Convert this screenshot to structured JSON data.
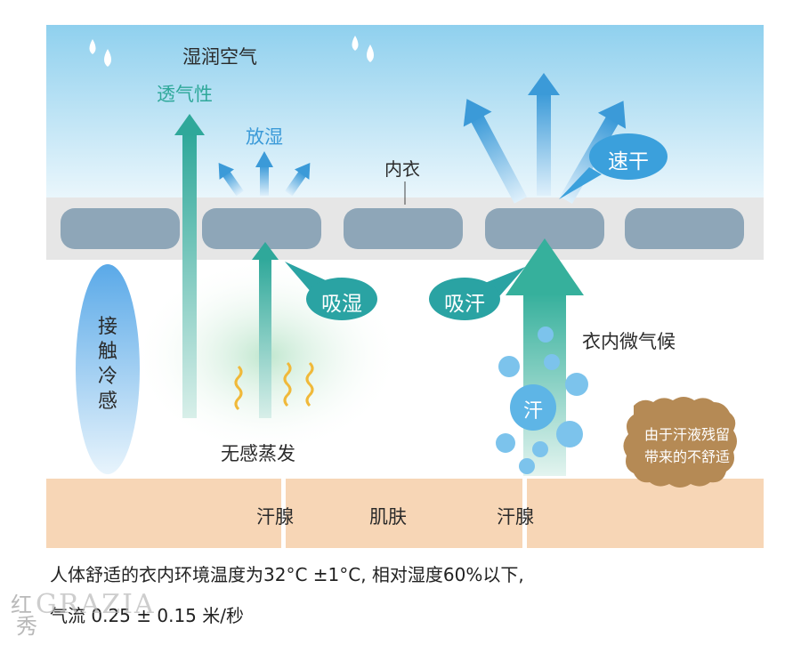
{
  "labels": {
    "humid_air": "湿润空气",
    "breathability": "透气性",
    "release_moisture": "放湿",
    "underwear": "内衣",
    "quick_dry": "速干",
    "absorb_moisture": "吸湿",
    "absorb_sweat": "吸汗",
    "microclimate": "衣内微气候",
    "contact_cool": "接\n触\n冷\n感",
    "insensible_evaporation": "无感蒸发",
    "sweat_drop": "汗",
    "discomfort": "由于汗液残留\n带来的不舒适",
    "sweat_gland_left": "汗腺",
    "skin": "肌肤",
    "sweat_gland_right": "汗腺"
  },
  "caption": {
    "line1": "人体舒适的衣内环境温度为32°C ±1°C, 相对湿度60%以下,",
    "line2": "气流 0.25 ± 0.15 米/秒"
  },
  "watermark": {
    "brand": "GRAZIA",
    "cn_top": "红",
    "cn_bottom": "秀"
  },
  "colors": {
    "sky_top": "#8fd0ee",
    "teal": "#2fa89a",
    "blue": "#3b9ad8",
    "fabric": "#8ea6b8",
    "skin": "#f7d6b6",
    "stain": "#b58a55"
  }
}
